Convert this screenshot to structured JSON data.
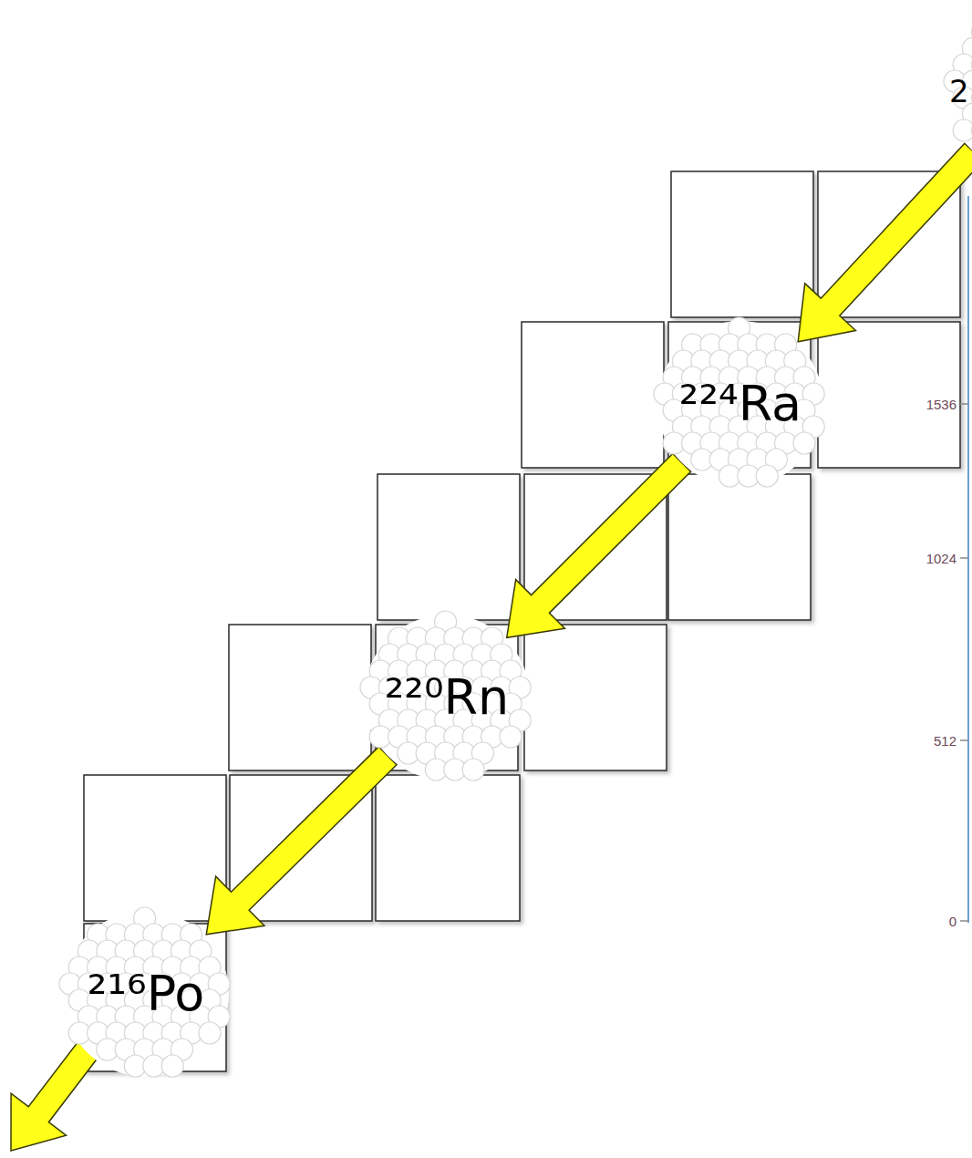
{
  "diagram": {
    "nodes": [
      {
        "text": [
          "2"
        ]
      },
      {
        "text": [
          "²²⁴Ra"
        ]
      },
      {
        "text": [
          "²²⁰Rn"
        ]
      },
      {
        "text": [
          "²¹⁶Po"
        ]
      }
    ],
    "edges": [
      {
        "from": 0,
        "to": 1,
        "arrow": "to"
      },
      {
        "from": 1,
        "to": 2,
        "arrow": "to"
      },
      {
        "from": 2,
        "to": 3,
        "arrow": "to"
      }
    ],
    "labels": [
      "1536",
      "1024",
      "512",
      "0"
    ]
  }
}
